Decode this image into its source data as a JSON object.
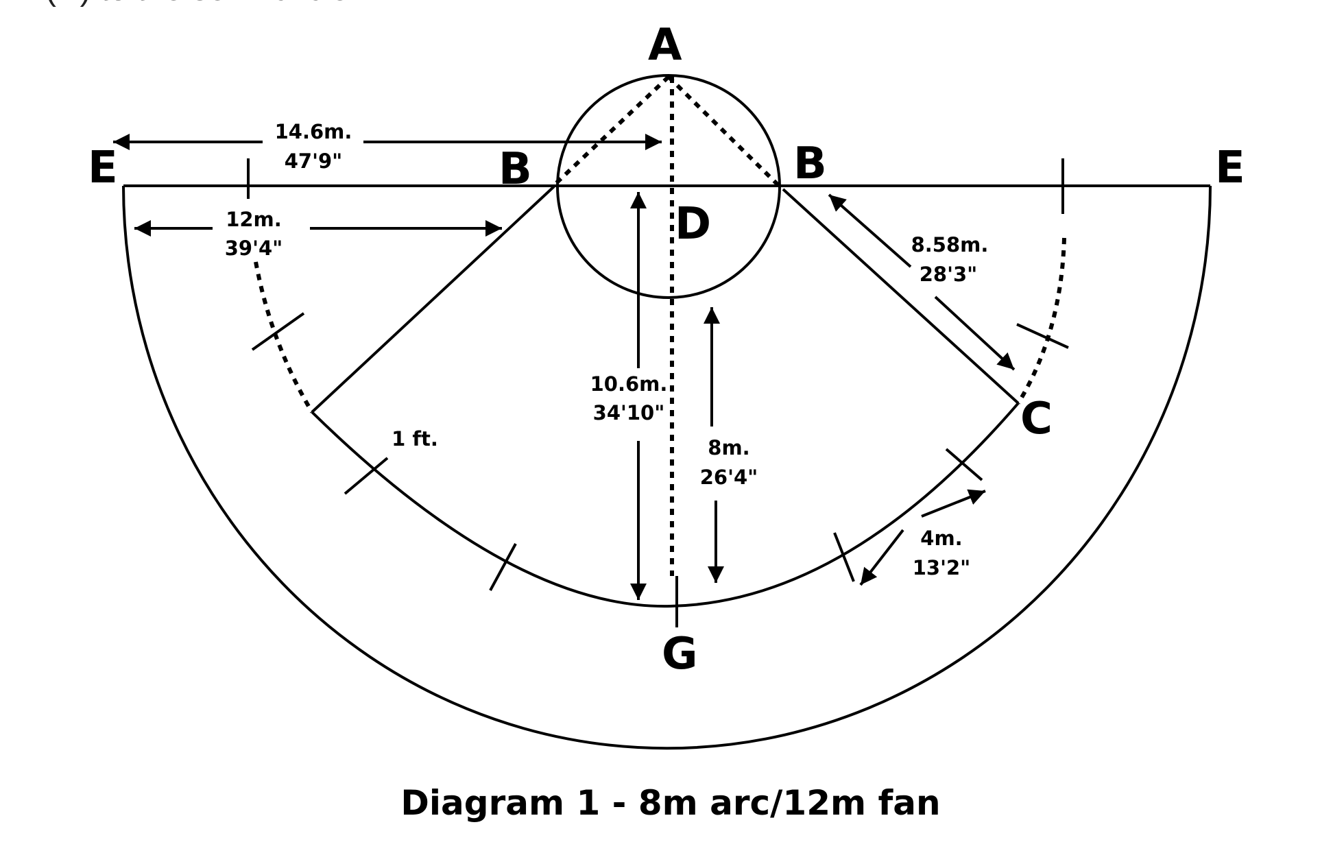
{
  "header_fragment": "(D) to the semi-circle.",
  "caption": "Diagram 1 - 8m arc/12m fan",
  "points": {
    "A": "A",
    "B_left": "B",
    "B_right": "B",
    "C": "C",
    "D": "D",
    "E_left": "E",
    "E_right": "E",
    "G": "G"
  },
  "measurements": {
    "fan_top": {
      "metric": "14.6m.",
      "imperial": "47'9\""
    },
    "fan_12m": {
      "metric": "12m.",
      "imperial": "39'4\""
    },
    "line_B_to_C": {
      "metric": "8.58m.",
      "imperial": "28'3\""
    },
    "center_to_fan": {
      "metric": "10.6m.",
      "imperial": "34'10\""
    },
    "arc_8m": {
      "metric": "8m.",
      "imperial": "26'4\""
    },
    "hash_spacing": {
      "metric": "4m.",
      "imperial": "13'2\""
    },
    "hash_length": {
      "label": "1 ft."
    }
  }
}
